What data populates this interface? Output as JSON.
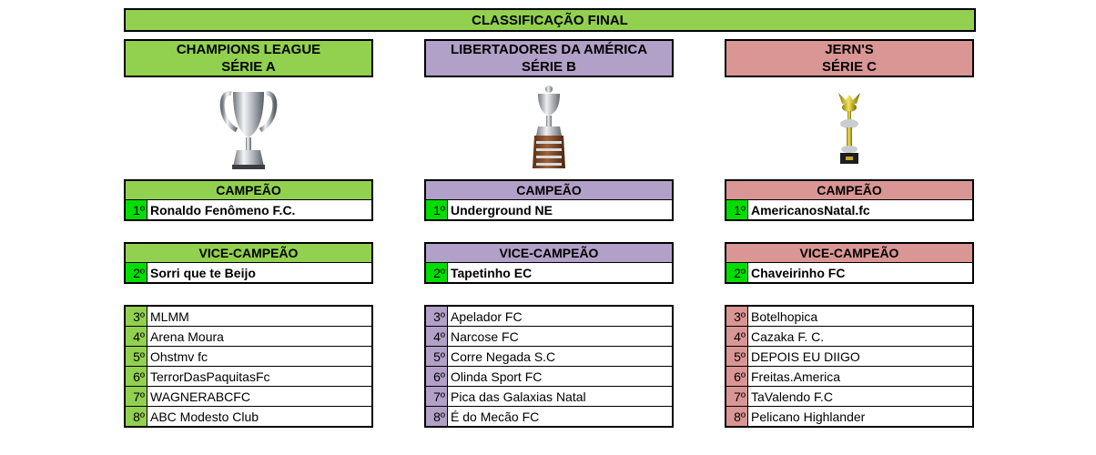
{
  "title": "CLASSIFICAÇÃO FINAL",
  "colors": {
    "green": "#92d050",
    "purple": "#b1a0c7",
    "pink": "#da9694",
    "top_pos": "#00dd00"
  },
  "columns": [
    {
      "league_line1": "CHAMPIONS LEAGUE",
      "league_line2": "SÉRIE A",
      "trophy_icon": "champions-league-trophy-icon",
      "champion_label": "CAMPEÃO",
      "champion": {
        "pos": "1º",
        "name": "Ronaldo Fenômeno F.C."
      },
      "vice_label": "VICE-CAMPEÃO",
      "vice": {
        "pos": "2º",
        "name": "Sorri que te Beijo"
      },
      "others": [
        {
          "pos": "3º",
          "name": "MLMM"
        },
        {
          "pos": "4º",
          "name": "Arena Moura"
        },
        {
          "pos": "5º",
          "name": "Ohstmv fc"
        },
        {
          "pos": "6º",
          "name": "TerrorDasPaquitasFc"
        },
        {
          "pos": "7º",
          "name": "WAGNERABCFC"
        },
        {
          "pos": "8º",
          "name": "ABC Modesto Club"
        }
      ]
    },
    {
      "league_line1": "LIBERTADORES DA AMÉRICA",
      "league_line2": "SÉRIE B",
      "trophy_icon": "libertadores-trophy-icon",
      "champion_label": "CAMPEÃO",
      "champion": {
        "pos": "1º",
        "name": "Underground NE"
      },
      "vice_label": "VICE-CAMPEÃO",
      "vice": {
        "pos": "2º",
        "name": "Tapetinho EC"
      },
      "others": [
        {
          "pos": "3º",
          "name": "Apelador FC"
        },
        {
          "pos": "4º",
          "name": "Narcose FC"
        },
        {
          "pos": "5º",
          "name": "Corre Negada S.C"
        },
        {
          "pos": "6º",
          "name": "Olinda Sport FC"
        },
        {
          "pos": "7º",
          "name": "Pica das Galaxias Natal"
        },
        {
          "pos": "8º",
          "name": "É do Mecão FC"
        }
      ]
    },
    {
      "league_line1": "JERN'S",
      "league_line2": "SÉRIE C",
      "trophy_icon": "jerns-trophy-icon",
      "champion_label": "CAMPEÃO",
      "champion": {
        "pos": "1º",
        "name": "AmericanosNatal.fc"
      },
      "vice_label": "VICE-CAMPEÃO",
      "vice": {
        "pos": "2º",
        "name": "Chaveirinho FC"
      },
      "others": [
        {
          "pos": "3º",
          "name": "Botelhopica"
        },
        {
          "pos": "4º",
          "name": "Cazaka F. C."
        },
        {
          "pos": "5º",
          "name": "DEPOIS EU DIIGO"
        },
        {
          "pos": "6º",
          "name": "Freitas.America"
        },
        {
          "pos": "7º",
          "name": "TaValendo F.C"
        },
        {
          "pos": "8º",
          "name": "Pelicano Highlander"
        }
      ]
    }
  ]
}
